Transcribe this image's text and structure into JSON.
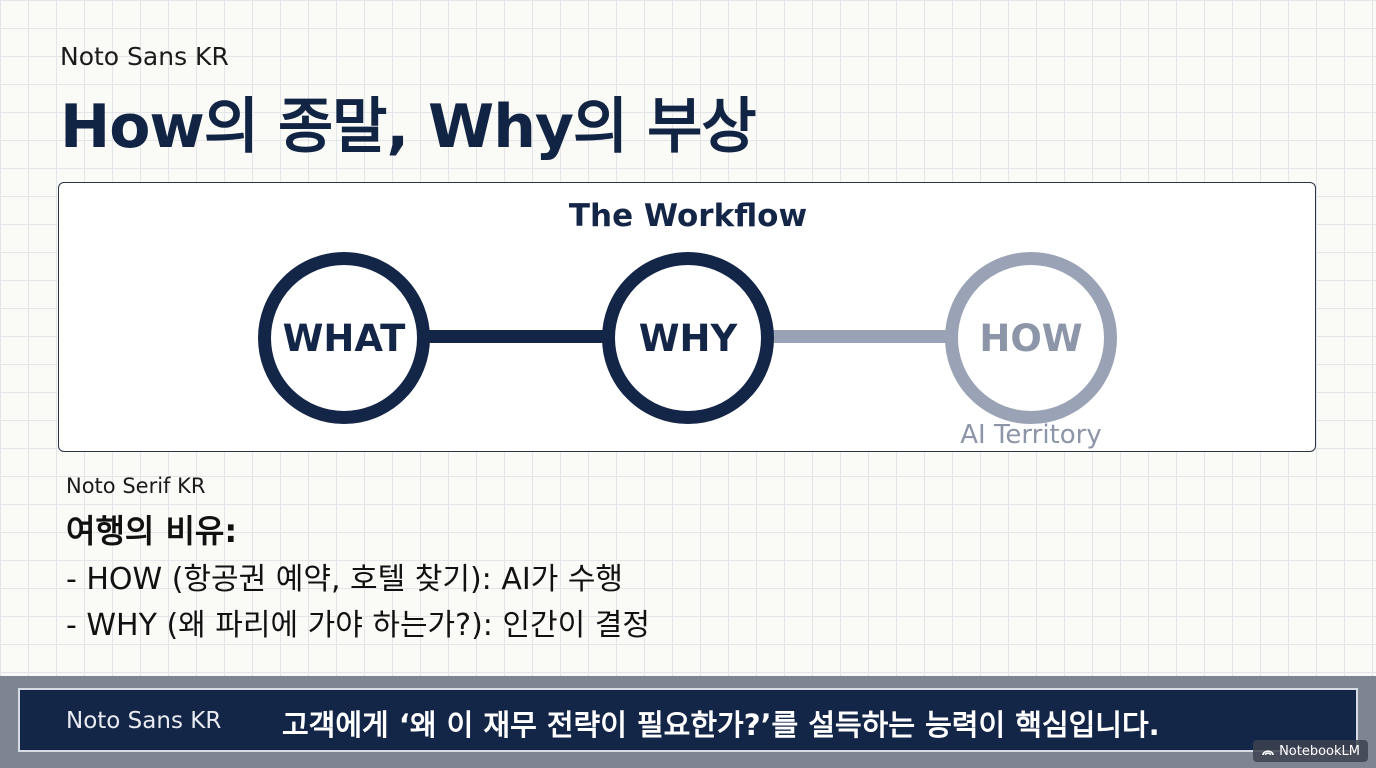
{
  "header": {
    "font_label": "Noto Sans KR",
    "title": "How의 종말, Why의 부상"
  },
  "workflow": {
    "title": "The Workflow",
    "nodes": [
      {
        "label": "WHAT",
        "style": "dark"
      },
      {
        "label": "WHY",
        "style": "dark"
      },
      {
        "label": "HOW",
        "style": "light",
        "caption": "AI Territory"
      }
    ],
    "colors": {
      "dark": "#142647",
      "light": "#9aa2b5"
    }
  },
  "metaphor": {
    "font_label": "Noto Serif KR",
    "title": "여행의 비유:",
    "lines": [
      "- HOW (항공권 예약, 호텔 찾기): AI가 수행",
      "- WHY (왜 파리에 가야 하는가?): 인간이 결정"
    ]
  },
  "banner": {
    "font_label": "Noto Sans KR",
    "text": "고객에게 ‘왜 이 재무 전략이 필요한가?’를 설득하는 능력이 핵심입니다."
  },
  "watermark": {
    "text": "NotebookLM",
    "icon": "notebooklm-icon"
  }
}
